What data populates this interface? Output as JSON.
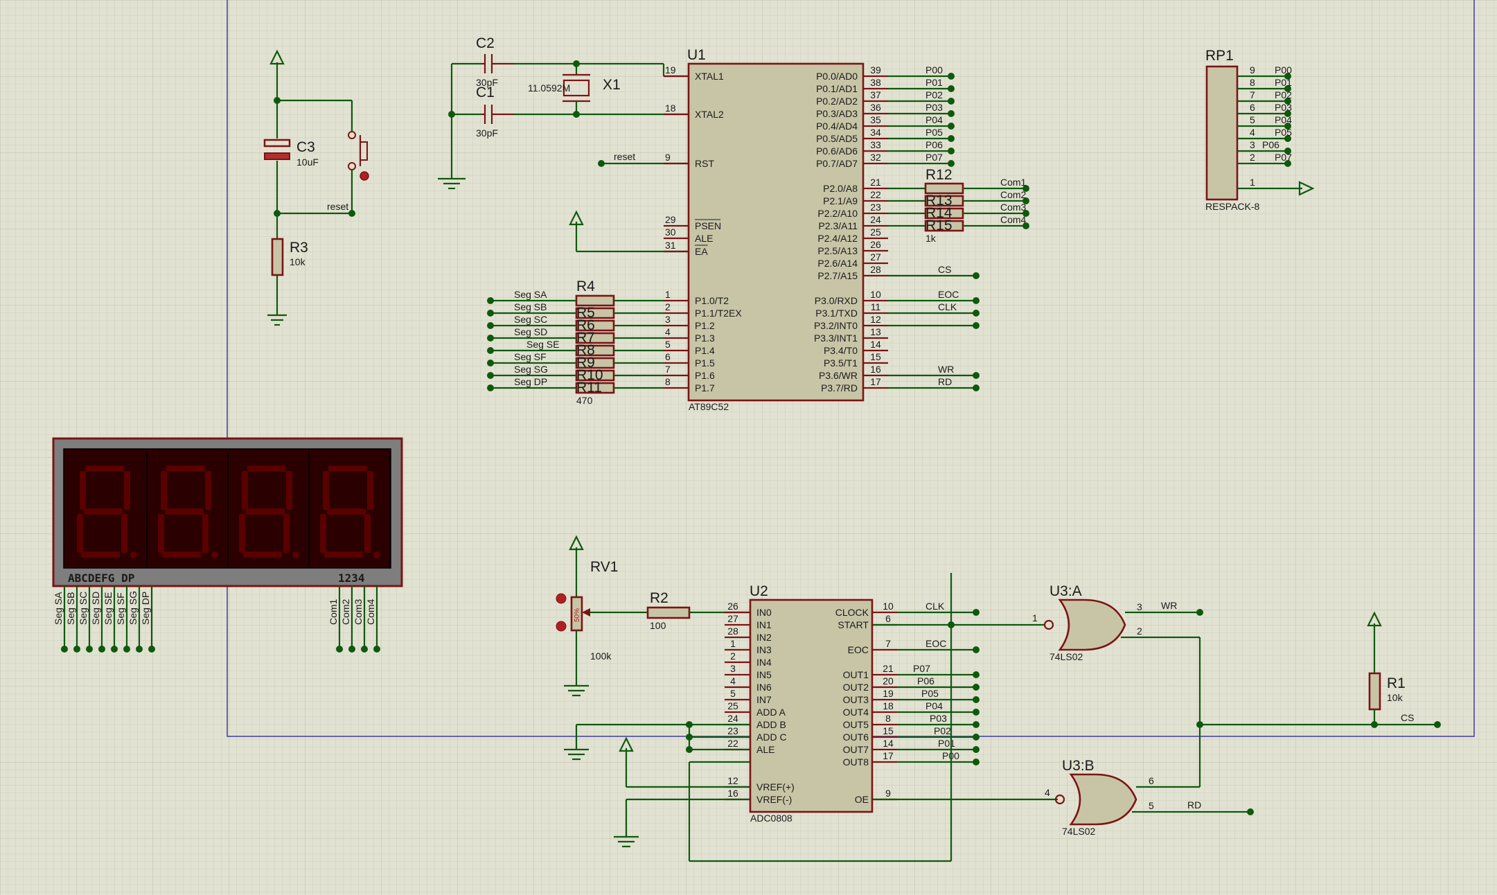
{
  "components": {
    "u1": {
      "ref": "U1",
      "part": "AT89C52",
      "left_pins": [
        {
          "name": "XTAL1",
          "num": "19"
        },
        {
          "name": "XTAL2",
          "num": "18"
        },
        {
          "name": "RST",
          "num": "9"
        },
        {
          "name": "PSEN",
          "num": "29"
        },
        {
          "name": "ALE",
          "num": "30"
        },
        {
          "name": "EA",
          "num": "31"
        },
        {
          "name": "P1.0/T2",
          "num": "1"
        },
        {
          "name": "P1.1/T2EX",
          "num": "2"
        },
        {
          "name": "P1.2",
          "num": "3"
        },
        {
          "name": "P1.3",
          "num": "4"
        },
        {
          "name": "P1.4",
          "num": "5"
        },
        {
          "name": "P1.5",
          "num": "6"
        },
        {
          "name": "P1.6",
          "num": "7"
        },
        {
          "name": "P1.7",
          "num": "8"
        }
      ],
      "right_pins": [
        {
          "name": "P0.0/AD0",
          "num": "39",
          "net": "P00"
        },
        {
          "name": "P0.1/AD1",
          "num": "38",
          "net": "P01"
        },
        {
          "name": "P0.2/AD2",
          "num": "37",
          "net": "P02"
        },
        {
          "name": "P0.3/AD3",
          "num": "36",
          "net": "P03"
        },
        {
          "name": "P0.4/AD4",
          "num": "35",
          "net": "P04"
        },
        {
          "name": "P0.5/AD5",
          "num": "34",
          "net": "P05"
        },
        {
          "name": "P0.6/AD6",
          "num": "33",
          "net": "P06"
        },
        {
          "name": "P0.7/AD7",
          "num": "32",
          "net": "P07"
        },
        {
          "name": "P2.0/A8",
          "num": "21",
          "net": ""
        },
        {
          "name": "P2.1/A9",
          "num": "22",
          "net": ""
        },
        {
          "name": "P2.2/A10",
          "num": "23",
          "net": ""
        },
        {
          "name": "P2.3/A11",
          "num": "24",
          "net": ""
        },
        {
          "name": "P2.4/A12",
          "num": "25",
          "net": ""
        },
        {
          "name": "P2.5/A13",
          "num": "26",
          "net": ""
        },
        {
          "name": "P2.6/A14",
          "num": "27",
          "net": ""
        },
        {
          "name": "P2.7/A15",
          "num": "28",
          "net": "CS"
        },
        {
          "name": "P3.0/RXD",
          "num": "10",
          "net": "EOC"
        },
        {
          "name": "P3.1/TXD",
          "num": "11",
          "net": "CLK"
        },
        {
          "name": "P3.2/INT0",
          "num": "12",
          "net": ""
        },
        {
          "name": "P3.3/INT1",
          "num": "13",
          "net": ""
        },
        {
          "name": "P3.4/T0",
          "num": "14",
          "net": ""
        },
        {
          "name": "P3.5/T1",
          "num": "15",
          "net": ""
        },
        {
          "name": "P3.6/WR",
          "num": "16",
          "net": "WR"
        },
        {
          "name": "P3.7/RD",
          "num": "17",
          "net": "RD"
        }
      ]
    },
    "u2": {
      "ref": "U2",
      "part": "ADC0808",
      "left_pins": [
        {
          "name": "IN0",
          "num": "26"
        },
        {
          "name": "IN1",
          "num": "27"
        },
        {
          "name": "IN2",
          "num": "28"
        },
        {
          "name": "IN3",
          "num": "1"
        },
        {
          "name": "IN4",
          "num": "2"
        },
        {
          "name": "IN5",
          "num": "3"
        },
        {
          "name": "IN6",
          "num": "4"
        },
        {
          "name": "IN7",
          "num": "5"
        },
        {
          "name": "ADD A",
          "num": "25"
        },
        {
          "name": "ADD B",
          "num": "24"
        },
        {
          "name": "ADD C",
          "num": "23"
        },
        {
          "name": "ALE",
          "num": "22"
        },
        {
          "name": "VREF(+)",
          "num": "12"
        },
        {
          "name": "VREF(-)",
          "num": "16"
        }
      ],
      "right_pins": [
        {
          "name": "CLOCK",
          "num": "10",
          "net": "CLK"
        },
        {
          "name": "START",
          "num": "6",
          "net": ""
        },
        {
          "name": "EOC",
          "num": "7",
          "net": "EOC"
        },
        {
          "name": "OUT1",
          "num": "21",
          "net": "P07"
        },
        {
          "name": "OUT2",
          "num": "20",
          "net": "P06"
        },
        {
          "name": "OUT3",
          "num": "19",
          "net": "P05"
        },
        {
          "name": "OUT4",
          "num": "18",
          "net": "P04"
        },
        {
          "name": "OUT5",
          "num": "8",
          "net": "P03"
        },
        {
          "name": "OUT6",
          "num": "15",
          "net": "P02"
        },
        {
          "name": "OUT7",
          "num": "14",
          "net": "P01"
        },
        {
          "name": "OUT8",
          "num": "17",
          "net": "P00"
        },
        {
          "name": "OE",
          "num": "9",
          "net": ""
        }
      ]
    },
    "c1": {
      "ref": "C1",
      "value": "30pF"
    },
    "c2": {
      "ref": "C2",
      "value": "30pF"
    },
    "c3": {
      "ref": "C3",
      "value": "10uF"
    },
    "x1": {
      "ref": "X1",
      "value": "11.0592M"
    },
    "r1": {
      "ref": "R1",
      "value": "10k"
    },
    "r2": {
      "ref": "R2",
      "value": "100"
    },
    "r3": {
      "ref": "R3",
      "value": "10k"
    },
    "rv1": {
      "ref": "RV1",
      "value": "100k",
      "wiper": "50%"
    },
    "rp1": {
      "ref": "RP1",
      "part": "RESPACK-8",
      "pins": [
        {
          "num": "9",
          "net": "P00"
        },
        {
          "num": "8",
          "net": "P01"
        },
        {
          "num": "7",
          "net": "P02"
        },
        {
          "num": "6",
          "net": "P03"
        },
        {
          "num": "5",
          "net": "P04"
        },
        {
          "num": "4",
          "net": "P05"
        },
        {
          "num": "3",
          "net": "P06"
        },
        {
          "num": "2",
          "net": "P07"
        },
        {
          "num": "1",
          "net": ""
        }
      ]
    },
    "seg_res": {
      "refs": [
        "R4",
        "R5",
        "R6",
        "R7",
        "R8",
        "R9",
        "R10",
        "R11"
      ],
      "value": "470",
      "nets": [
        "Seg SA",
        "Seg SB",
        "Seg SC",
        "Seg SD",
        "Seg SE",
        "Seg SF",
        "Seg SG",
        "Seg DP"
      ]
    },
    "com_res": {
      "refs": [
        "R12",
        "R13",
        "R14",
        "R15"
      ],
      "value": "1k",
      "nets": [
        "Com1",
        "Com2",
        "Com3",
        "Com4"
      ]
    },
    "u3a": {
      "ref": "U3:A",
      "part": "74LS02",
      "pins": [
        "1",
        "2",
        "3"
      ],
      "out_net": "WR"
    },
    "u3b": {
      "ref": "U3:B",
      "part": "74LS02",
      "pins": [
        "4",
        "5",
        "6"
      ],
      "out_net": "RD"
    },
    "display": {
      "seg_label": "ABCDEFG  DP",
      "digit_label": "1234",
      "seg_pins": [
        "Seg SA",
        "Seg SB",
        "Seg SC",
        "Seg SD",
        "Seg SE",
        "Seg SF",
        "Seg SG",
        "Seg DP"
      ],
      "com_pins": [
        "Com1",
        "Com2",
        "Com3",
        "Com4"
      ]
    }
  },
  "nets": {
    "reset": "reset",
    "cs": "CS",
    "clk": "CLK",
    "eoc": "EOC",
    "wr": "WR",
    "rd": "RD"
  },
  "colors": {
    "background": "#e2e2d2",
    "wire": "#0d5a0d",
    "body": "#7a1414",
    "fill": "#c8c5a7",
    "frame": "#3a3aa0"
  }
}
